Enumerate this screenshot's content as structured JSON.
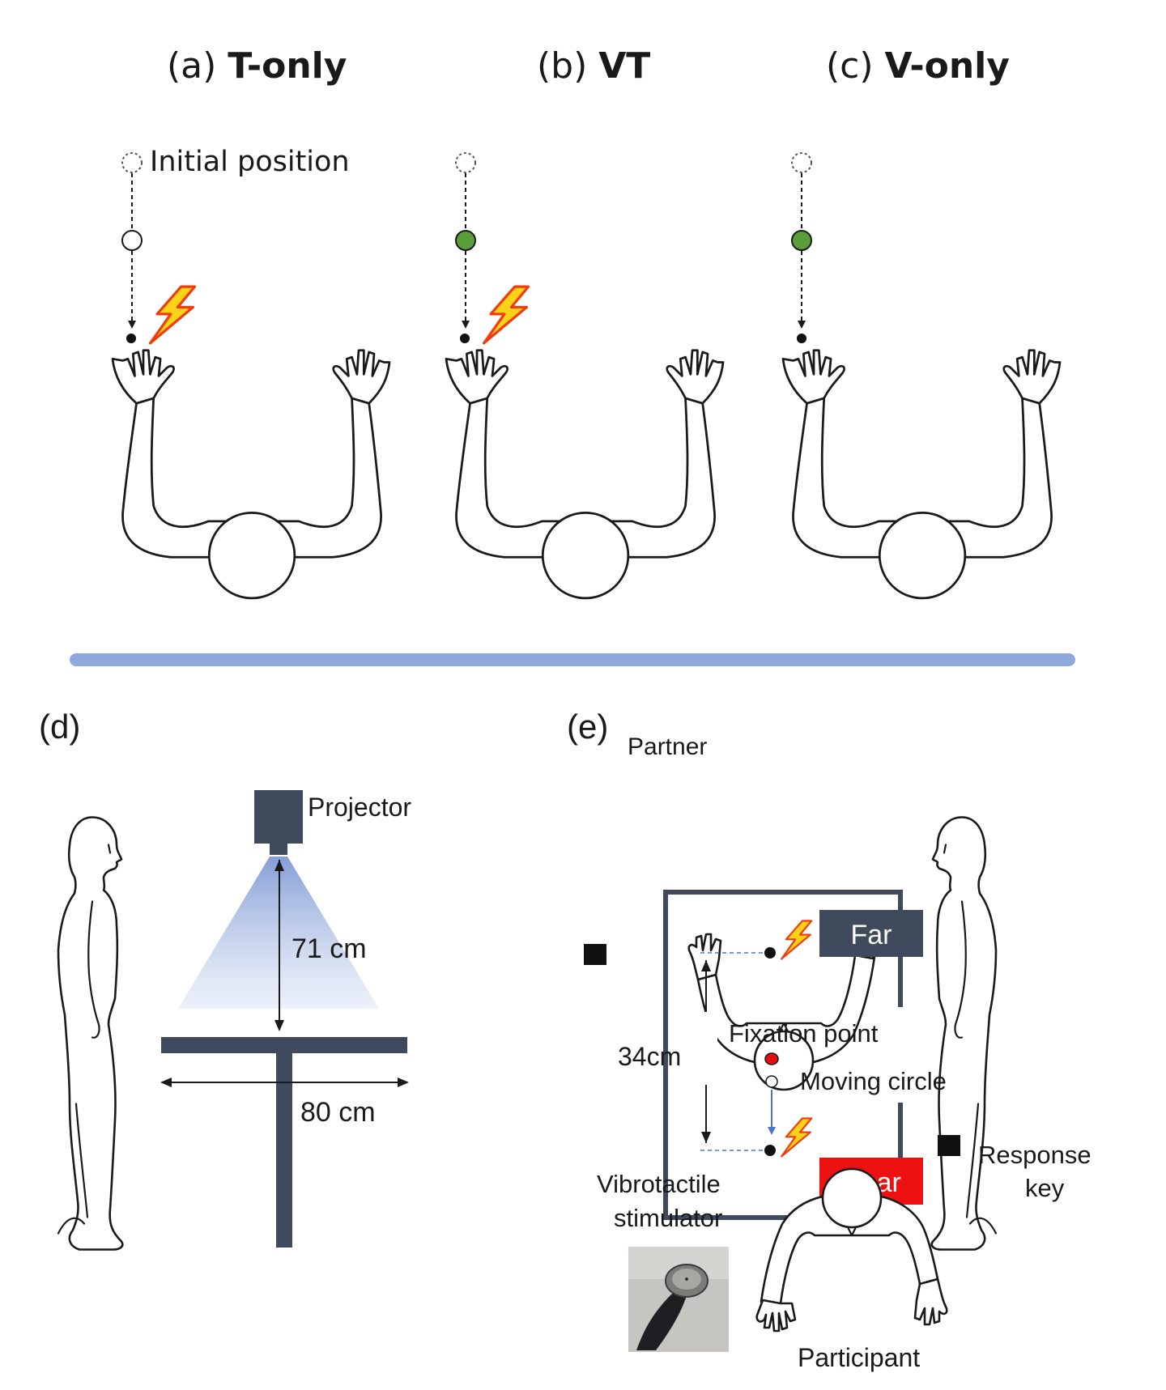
{
  "panels_top": [
    {
      "prefix": "(a) ",
      "title": "T-only",
      "moving_circle_color": "#ffffff",
      "has_stimulus": true
    },
    {
      "prefix": "(b) ",
      "title": "VT",
      "moving_circle_color": "#5a9e3a",
      "has_stimulus": true
    },
    {
      "prefix": "(c) ",
      "title": "V-only",
      "moving_circle_color": "#5a9e3a",
      "has_stimulus": false
    }
  ],
  "initial_position_label": "Initial position",
  "divider_color": "#8fa9dc",
  "panel_d": {
    "label": "(d)",
    "projector_label": "Projector",
    "height_label": "71 cm",
    "width_label": "80 cm",
    "table_color": "#3f4a5c"
  },
  "panel_e": {
    "label": "(e)",
    "partner_label": "Partner",
    "far_label": "Far",
    "near_label": "Near",
    "fixation_label": "Fixation point",
    "moving_label": "Moving circle",
    "distance_label": "34cm",
    "response_label_line1": "Response",
    "response_label_line2": "key",
    "stimulator_label_line1": "Vibrotactile",
    "stimulator_label_line2": "stimulator",
    "participant_label": "Participant",
    "far_color": "#3f4a5c",
    "near_color": "#ee1111",
    "fixation_color": "#e01010"
  }
}
